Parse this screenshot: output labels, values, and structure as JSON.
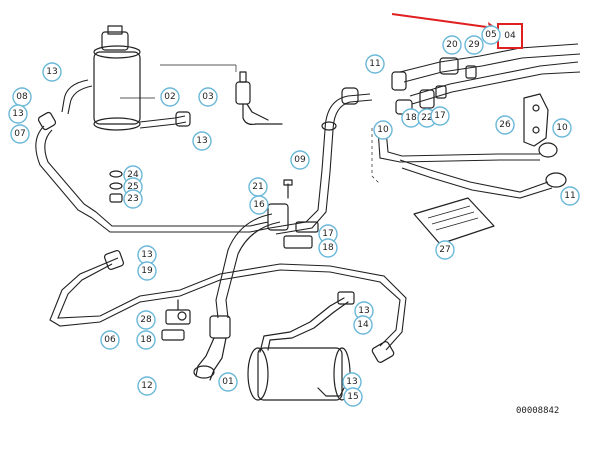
{
  "catalog_number": "00008842",
  "highlight": {
    "label": "04",
    "color": "#e02020"
  },
  "callouts": [
    "01",
    "02",
    "03",
    "04",
    "05",
    "06",
    "07",
    "08",
    "09",
    "10",
    "11",
    "12",
    "13",
    "14",
    "15",
    "16",
    "17",
    "18",
    "19",
    "20",
    "21",
    "22",
    "23",
    "24",
    "25",
    "26",
    "27",
    "28",
    "29"
  ],
  "labels": [
    {
      "id": "c13a",
      "text": "13"
    },
    {
      "id": "c08",
      "text": "08"
    },
    {
      "id": "c13b",
      "text": "13"
    },
    {
      "id": "c07",
      "text": "07"
    },
    {
      "id": "c02",
      "text": "02"
    },
    {
      "id": "c03",
      "text": "03"
    },
    {
      "id": "c13c",
      "text": "13"
    },
    {
      "id": "c11a",
      "text": "11"
    },
    {
      "id": "c20",
      "text": "20"
    },
    {
      "id": "c05",
      "text": "05"
    },
    {
      "id": "c04",
      "text": "04"
    },
    {
      "id": "c29",
      "text": "29"
    },
    {
      "id": "c10a",
      "text": "10"
    },
    {
      "id": "c18a",
      "text": "18"
    },
    {
      "id": "c22",
      "text": "22"
    },
    {
      "id": "c17a",
      "text": "17"
    },
    {
      "id": "c26",
      "text": "26"
    },
    {
      "id": "c10b",
      "text": "10"
    },
    {
      "id": "c09",
      "text": "09"
    },
    {
      "id": "c24",
      "text": "24"
    },
    {
      "id": "c25",
      "text": "25"
    },
    {
      "id": "c23",
      "text": "23"
    },
    {
      "id": "c21",
      "text": "21"
    },
    {
      "id": "c16",
      "text": "16"
    },
    {
      "id": "c17b",
      "text": "17"
    },
    {
      "id": "c18b",
      "text": "18"
    },
    {
      "id": "c11b",
      "text": "11"
    },
    {
      "id": "c27",
      "text": "27"
    },
    {
      "id": "c13d",
      "text": "13"
    },
    {
      "id": "c19",
      "text": "19"
    },
    {
      "id": "c06",
      "text": "06"
    },
    {
      "id": "c28",
      "text": "28"
    },
    {
      "id": "c18c",
      "text": "18"
    },
    {
      "id": "c13e",
      "text": "13"
    },
    {
      "id": "c14",
      "text": "14"
    },
    {
      "id": "c12",
      "text": "12"
    },
    {
      "id": "c01",
      "text": "01"
    },
    {
      "id": "c13f",
      "text": "13"
    },
    {
      "id": "c15",
      "text": "15"
    }
  ]
}
